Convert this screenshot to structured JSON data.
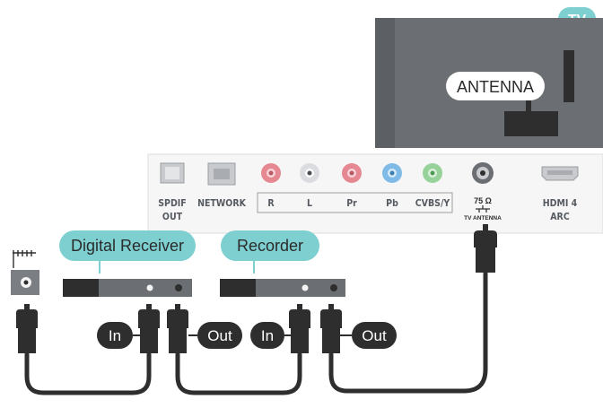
{
  "badge": {
    "text": "TV"
  },
  "tv": {
    "antenna_label": "ANTENNA"
  },
  "ports": {
    "spdif_line1": "SPDIF",
    "spdif_line2": "OUT",
    "network": "NETWORK",
    "r": "R",
    "l": "L",
    "pr": "Pr",
    "pb": "Pb",
    "cvbs": "CVBS/Y",
    "ohm": "75 Ω",
    "tv_antenna": "TV ANTENNA",
    "hdmi_line1": "HDMI 4",
    "hdmi_line2": "ARC"
  },
  "devices": {
    "digital_receiver": "Digital Receiver",
    "recorder": "Recorder"
  },
  "connectors": {
    "receiver_in": "In",
    "receiver_out": "Out",
    "recorder_in": "In",
    "recorder_out": "Out"
  },
  "colors": {
    "teal": "#7dcfd0",
    "tv_gray": "#6b6e72",
    "dark": "#2e2e2e",
    "port_red": "#e58891",
    "port_blue": "#7fbbe6",
    "port_green": "#96d29a"
  }
}
